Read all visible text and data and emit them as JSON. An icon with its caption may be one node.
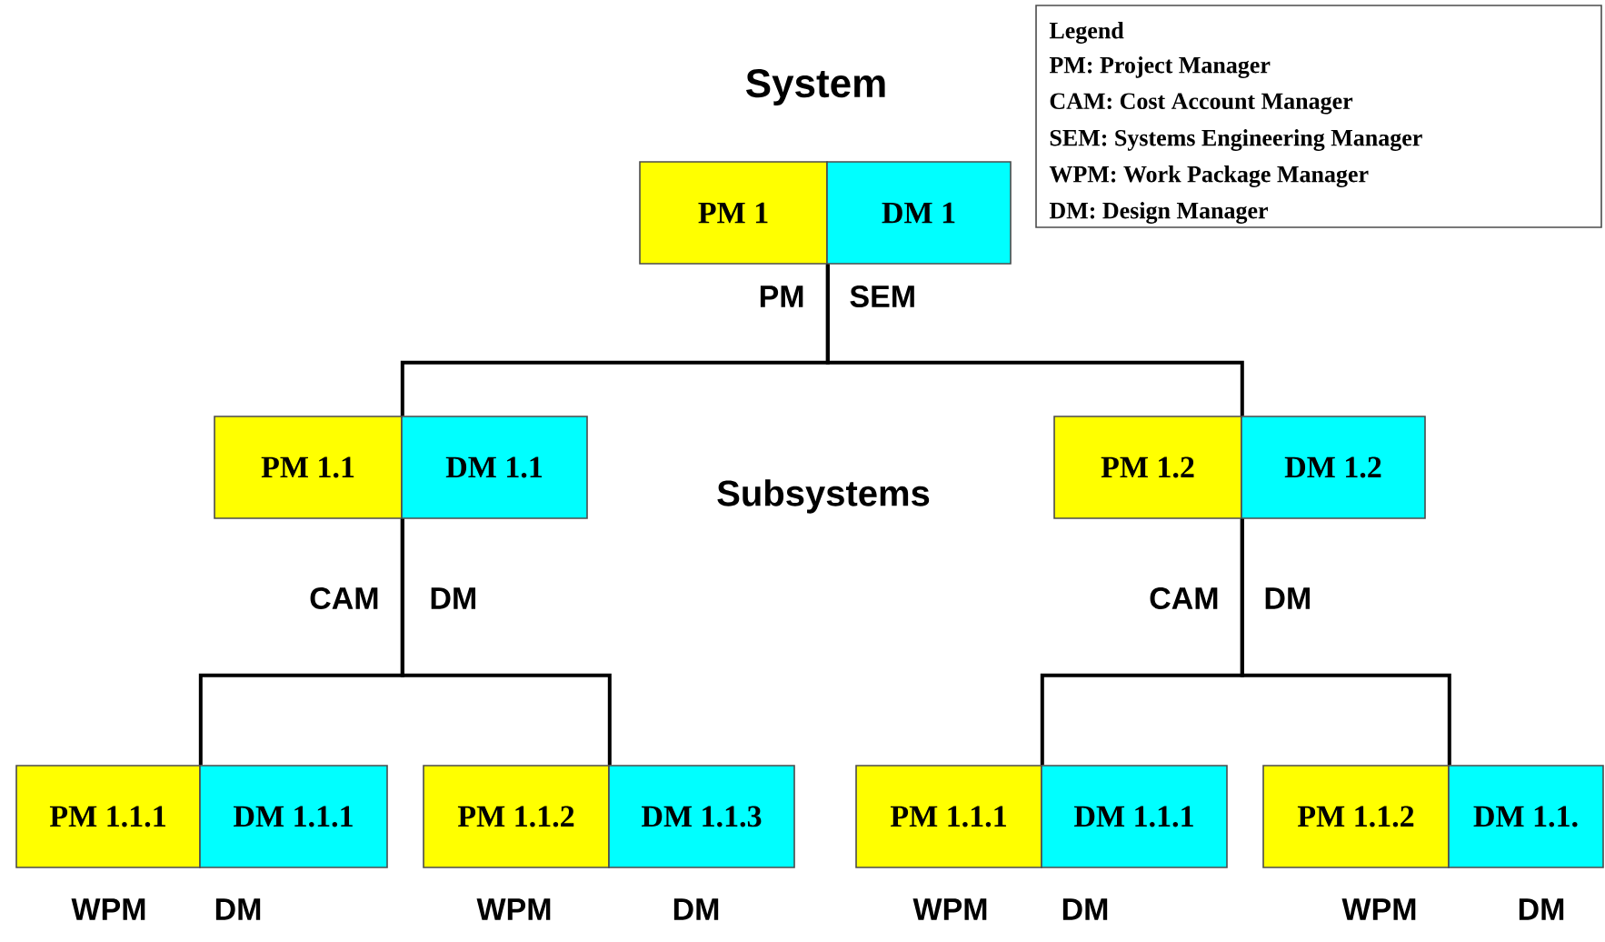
{
  "diagram": {
    "nodes": [
      {
        "text": [
          "PM 1"
        ],
        "beside": [
          "PM"
        ]
      },
      {
        "text": [
          "DM 1"
        ],
        "beside": [
          "SEM"
        ]
      },
      {
        "text": [
          "PM 1.1"
        ],
        "beside": [
          "CAM"
        ]
      },
      {
        "text": [
          "DM 1.1"
        ],
        "beside": [
          "DM"
        ]
      },
      {
        "text": [
          "PM 1.2"
        ],
        "beside": [
          "CAM"
        ]
      },
      {
        "text": [
          "DM 1.2"
        ],
        "beside": [
          "DM"
        ]
      },
      {
        "text": [
          "PM 1.1.1"
        ],
        "beside": [
          "WPM"
        ]
      },
      {
        "text": [
          "DM 1.1.1"
        ],
        "beside": [
          "DM"
        ]
      },
      {
        "text": [
          "PM 1.1.2"
        ],
        "beside": [
          "WPM"
        ]
      },
      {
        "text": [
          "DM 1.1.3"
        ],
        "beside": [
          "DM"
        ]
      },
      {
        "text": [
          "PM 1.1.1"
        ],
        "beside": [
          "WPM"
        ]
      },
      {
        "text": [
          "DM 1.1.1"
        ],
        "beside": [
          "DM"
        ]
      },
      {
        "text": [
          "PM 1.1.2"
        ],
        "beside": [
          "WPM"
        ]
      },
      {
        "text": [
          "DM 1.1."
        ],
        "beside": [
          "DM"
        ]
      }
    ],
    "edges": [
      {
        "from": 0,
        "to": 2,
        "arrow": "none"
      },
      {
        "from": 0,
        "to": 4,
        "arrow": "none"
      },
      {
        "from": 2,
        "to": 6,
        "arrow": "none"
      },
      {
        "from": 2,
        "to": 8,
        "arrow": "none"
      },
      {
        "from": 4,
        "to": 10,
        "arrow": "none"
      },
      {
        "from": 4,
        "to": 12,
        "arrow": "none"
      }
    ],
    "labels": [
      "System",
      "Subsystems",
      "Legend"
    ],
    "legend": [
      {
        "text": "PM: Project Manager"
      },
      {
        "text": "CAM: Cost Account Manager"
      },
      {
        "text": "SEM: Systems Engineering Manager"
      },
      {
        "text": "WPM: Work Package Manager"
      },
      {
        "text": "DM: Design Manager"
      }
    ]
  }
}
